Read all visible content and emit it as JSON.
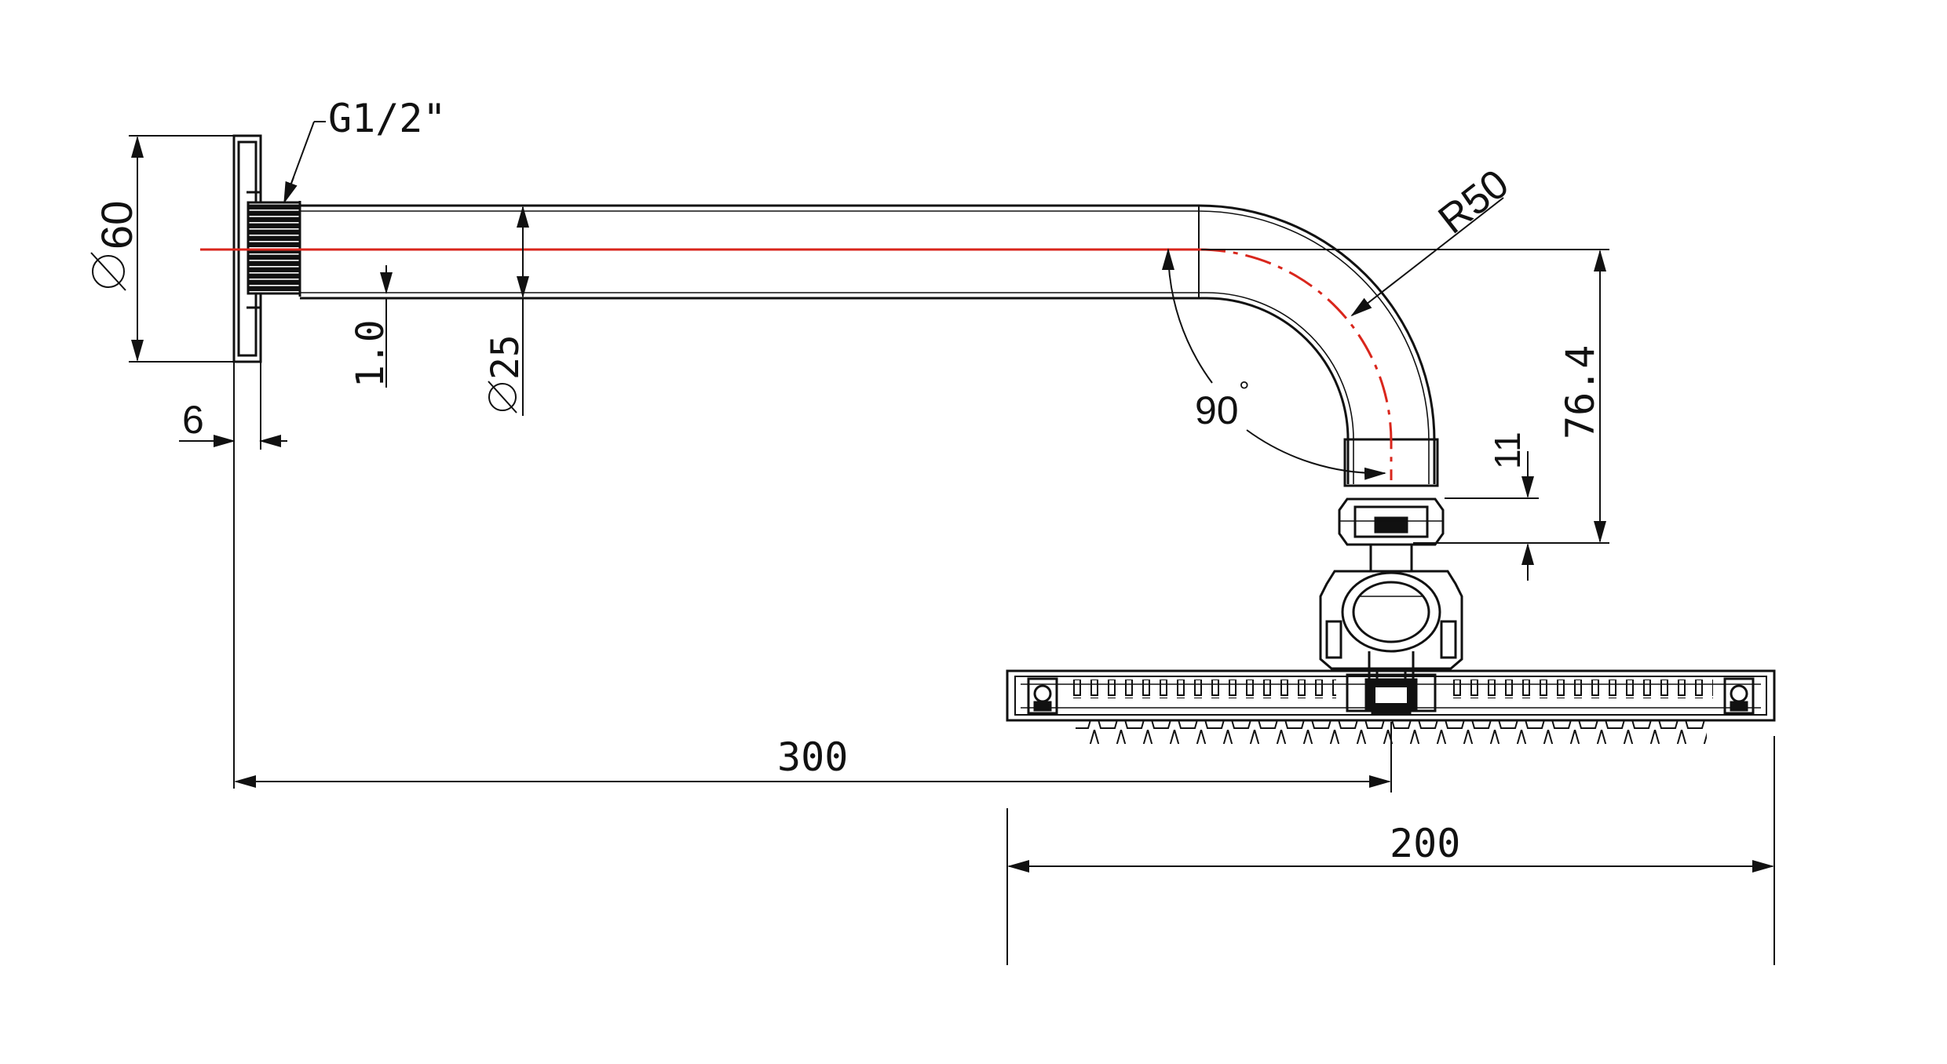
{
  "diagram": {
    "labels": {
      "thread": "G1/2\"",
      "flange_diameter": "60",
      "wall_thickness": "1.0",
      "pipe_diameter": "25",
      "flange_thickness": "6",
      "bend_radius": "R50",
      "bend_angle": "90",
      "degree_mark": "°",
      "drop_height": "76.4",
      "nut_height": "11",
      "projection": "300",
      "head_width": "200"
    },
    "colors": {
      "line": "#111111",
      "centerline": "#d9261c",
      "background": "#ffffff"
    }
  }
}
